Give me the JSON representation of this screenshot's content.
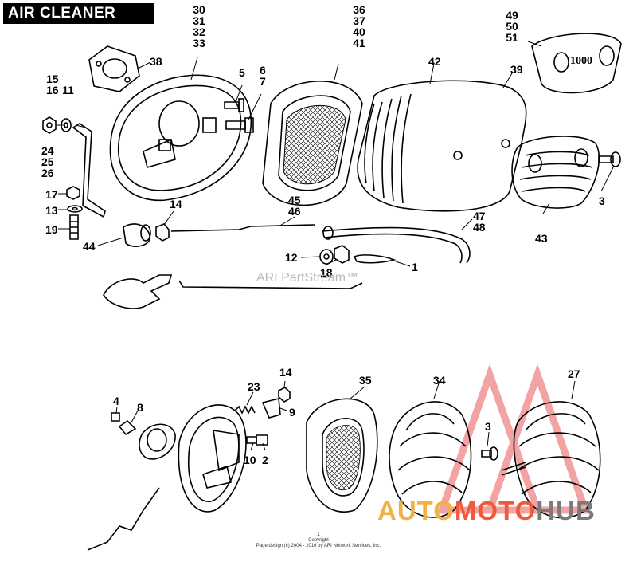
{
  "header": {
    "title": "AIR CLEANER"
  },
  "watermark": "ARI PartStream™",
  "footer": {
    "line1": "1",
    "line2": "Copyright",
    "line3": "Page design (c) 2004 - 2016 by ARI Network Services, Inc."
  },
  "brand": {
    "auto": "AUTO",
    "moto": "MOTO",
    "hub": "HUB"
  },
  "colors": {
    "ink": "#000000",
    "brand_orange": "#f0b245",
    "brand_red": "#f05a3a",
    "brand_gray": "#7a7a7a",
    "logo_red": "#e8585b"
  },
  "callouts": {
    "c30": [
      "30",
      "31",
      "32",
      "33"
    ],
    "c36": [
      "36",
      "37",
      "40",
      "41"
    ],
    "c49": [
      "49",
      "50",
      "51"
    ],
    "c38": "38",
    "c42": "42",
    "c39": "39",
    "c5": "5",
    "c6": [
      "6",
      "7"
    ],
    "c15": [
      "15",
      "16"
    ],
    "c11": "11",
    "c24": [
      "24",
      "25",
      "26"
    ],
    "c17": "17",
    "c13": "13",
    "c19": "19",
    "c44": "44",
    "c14a": "14",
    "c45": [
      "45",
      "46"
    ],
    "c47": [
      "47",
      "48"
    ],
    "c3a": "3",
    "c43": "43",
    "c12": "12",
    "c18": "18",
    "c1": "1",
    "c14b": "14",
    "c23": "23",
    "c9": "9",
    "c35": "35",
    "c34": "34",
    "c27": "27",
    "c4": "4",
    "c8": "8",
    "c10": "10",
    "c2": "2",
    "c3b": "3"
  }
}
